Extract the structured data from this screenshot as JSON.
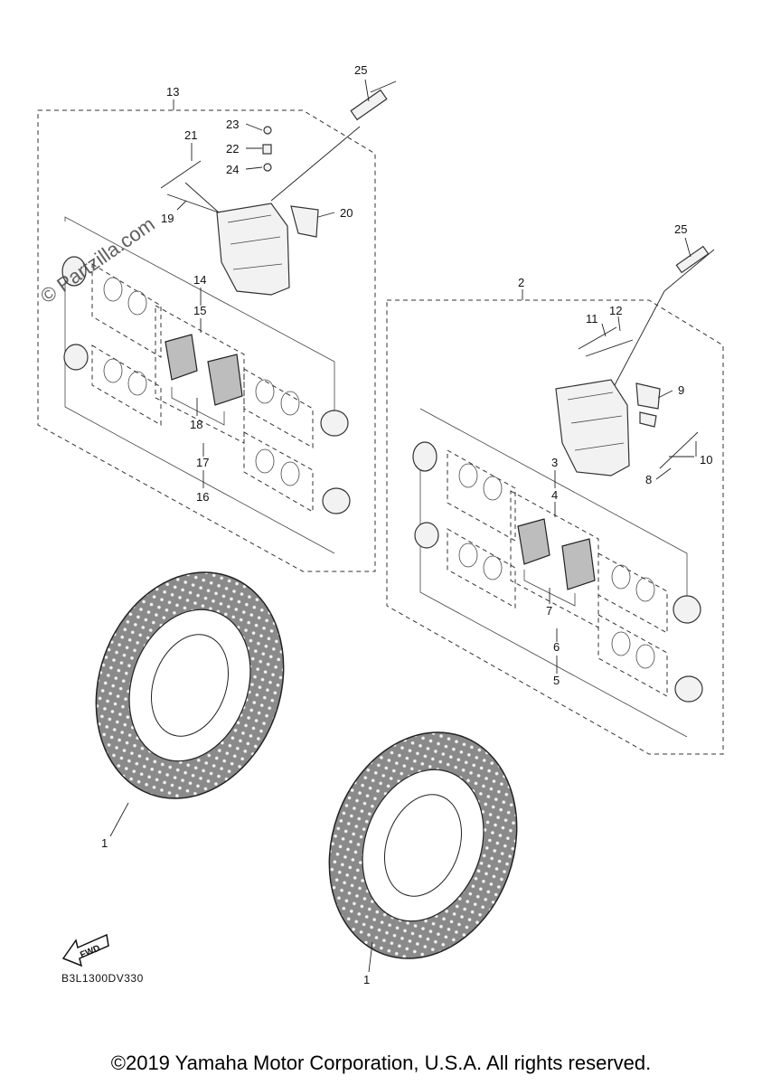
{
  "watermark": "© Partzilla.com",
  "diagram_code": "B3L1300DV330",
  "fwd_label": "FWD",
  "copyright": "©2019 Yamaha Motor Corporation, U.S.A. All rights reserved.",
  "callouts": {
    "c1a": "1",
    "c1b": "1",
    "c2": "2",
    "c3": "3",
    "c4": "4",
    "c5": "5",
    "c6": "6",
    "c7": "7",
    "c8": "8",
    "c9": "9",
    "c10": "10",
    "c11": "11",
    "c12": "12",
    "c13": "13",
    "c14": "14",
    "c15": "15",
    "c16": "16",
    "c17": "17",
    "c18": "18",
    "c19": "19",
    "c20": "20",
    "c21": "21",
    "c22": "22",
    "c23": "23",
    "c24": "24",
    "c25a": "25",
    "c25b": "25"
  }
}
